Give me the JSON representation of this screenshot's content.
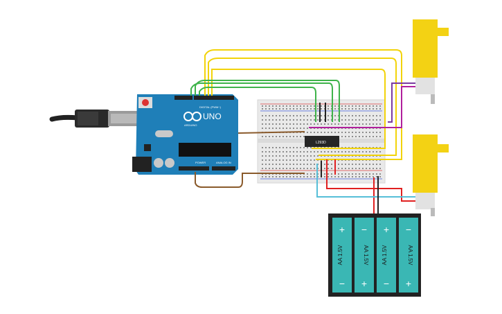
{
  "arduino": {
    "brand": "ARDUINO",
    "model": "UNO",
    "digital_label": "DIGITAL (PWM~)",
    "power_label": "POWER",
    "analog_label": "ANALOG IN"
  },
  "driver_chip": {
    "label": "L293D"
  },
  "battery_pack": {
    "cells": [
      {
        "label": "AA 1.5V",
        "top_sign": "+",
        "bottom_sign": "−"
      },
      {
        "label": "AA 1.5V",
        "top_sign": "−",
        "bottom_sign": "+"
      },
      {
        "label": "AA 1.5V",
        "top_sign": "+",
        "bottom_sign": "−"
      },
      {
        "label": "AA 1.5V",
        "top_sign": "−",
        "bottom_sign": "+"
      }
    ]
  },
  "colors": {
    "board": "#1f7fb8",
    "cell_teal": "#3ab7b4",
    "motor_yellow": "#f3d214",
    "wire_yellow": "#f2d30a",
    "wire_green": "#3eb34a",
    "wire_brown": "#8a5a2b",
    "wire_magenta": "#b0209c",
    "wire_purple": "#7a3aa0",
    "wire_red": "#e02020",
    "wire_black": "#222222",
    "wire_cyan": "#56bfd8"
  }
}
